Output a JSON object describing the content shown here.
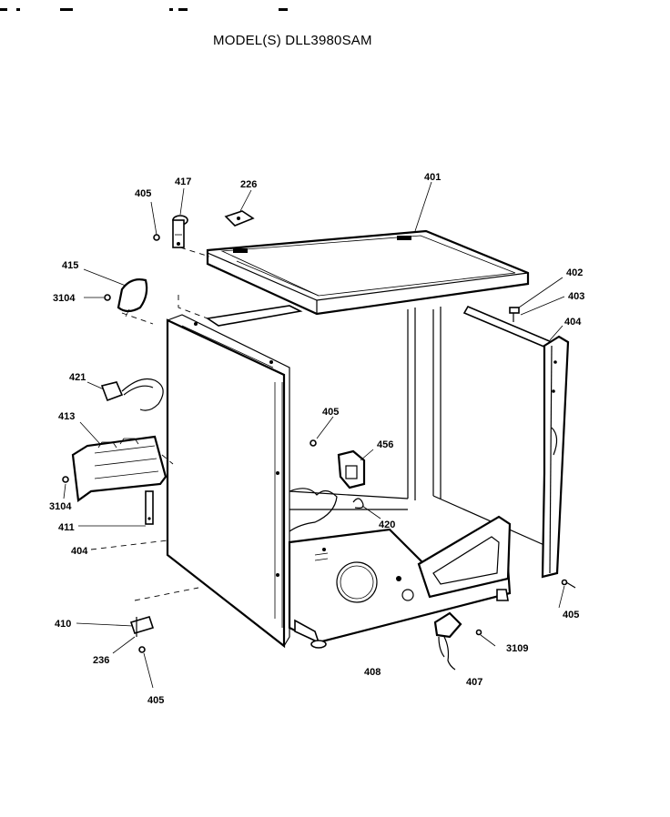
{
  "title": "MODEL(S) DLL3980SAM",
  "labels": {
    "l405a": "405",
    "l417": "417",
    "l226": "226",
    "l401": "401",
    "l415": "415",
    "l3104a": "3104",
    "l402": "402",
    "l403": "403",
    "l404a": "404",
    "l421": "421",
    "l405b": "405",
    "l413": "413",
    "l456": "456",
    "l3104b": "3104",
    "l420": "420",
    "l411": "411",
    "l404b": "404",
    "l405c": "405",
    "l410": "410",
    "l3109": "3109",
    "l236": "236",
    "l408": "408",
    "l407": "407",
    "l405d": "405"
  }
}
